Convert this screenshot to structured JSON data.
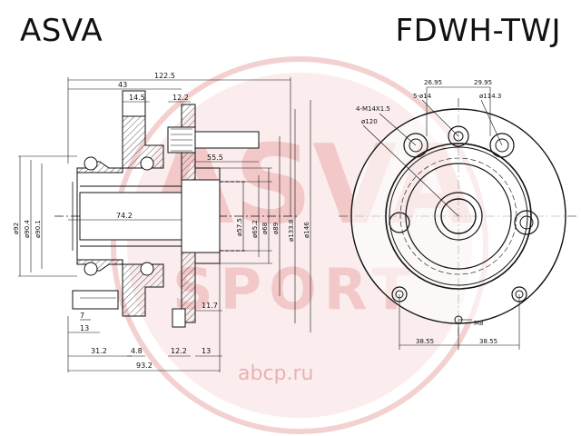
{
  "header": {
    "brand": "ASVA",
    "part_number": "FDWH-TWJ"
  },
  "watermark": {
    "letters": "ASVA",
    "word": "SPORT",
    "site": "abсp.ru"
  },
  "colors": {
    "line": "#111111",
    "watermark": "#f2c8c8",
    "hatch": "#333333",
    "background": "#ffffff"
  },
  "side_view": {
    "dims": {
      "overall_length": "122.5",
      "d43": "43",
      "d145": "14.5",
      "d122_top": "12.2",
      "d555": "55.5",
      "d742": "74.2",
      "d575": "ø57.5",
      "d652": "ø65.2",
      "d68": "ø68",
      "d89": "ø89",
      "d1338": "ø133.8",
      "d146": "ø146",
      "d92": "ø92",
      "d904": "ø90.4",
      "d901": "ø90.1",
      "d117": "11.7",
      "d7": "7",
      "d13_left": "13",
      "d312": "31.2",
      "d48": "4.8",
      "d122_bot": "12.2",
      "d13_bot": "13",
      "d932": "93.2"
    }
  },
  "front_view": {
    "dims": {
      "d2695": "26.95",
      "d2995": "29.95",
      "thread": "4-M14X1.5",
      "holes": "5-ø14",
      "pcd1143": "ø114.3",
      "pcd120": "ø120",
      "m8": "M8",
      "d3855_left": "38.55",
      "d3855_right": "38.55"
    }
  }
}
